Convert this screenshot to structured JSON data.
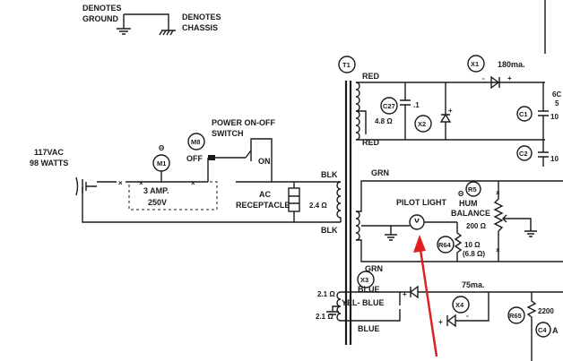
{
  "legend": {
    "ground_line1": "DENOTES",
    "ground_line2": "GROUND",
    "chassis_line1": "DENOTES",
    "chassis_line2": "CHASSIS"
  },
  "input": {
    "line1": "117VAC",
    "line2": "98 WATTS"
  },
  "fuse": {
    "line1": "3 AMP.",
    "line2": "250V"
  },
  "switch": {
    "title_line1": "POWER ON-OFF",
    "title_line2": "SWITCH",
    "off": "OFF",
    "on": "ON"
  },
  "receptacle": {
    "line1": "AC",
    "line2": "RECEPTACLE"
  },
  "transformer": {
    "id": "T1",
    "primary_label_top": "BLK",
    "primary_label_bottom": "BLK",
    "primary_resistance": "2.4 Ω"
  },
  "windings": {
    "red_top": "RED",
    "red_bottom": "RED",
    "red_resistance": "4.8 Ω",
    "grn_top": "GRN",
    "grn_bottom": "GRN",
    "blue_top": "BLUE",
    "blue_bottom": "BLUE",
    "yel_blue": "YEL- BLUE",
    "blue_res_top": "2.1 Ω",
    "blue_res_bottom": "2.1 Ω"
  },
  "pilot_light": "PILOT LIGHT",
  "hum_balance": {
    "line1": "HUM",
    "line2": "BALANCE",
    "value": "200 Ω"
  },
  "r64": {
    "value1": "10 Ω",
    "value2": "(6.8 Ω)"
  },
  "c27_value": ".1",
  "currents": {
    "x1": "180ma.",
    "x3": "75ma."
  },
  "cut_labels": {
    "right1": "6C",
    "right2": "5",
    "c1_val": "10",
    "c2_val": "10",
    "r65_val": "2200",
    "c4_suffix": "A"
  },
  "markers": {
    "M1": "M1",
    "M8": "M8",
    "T1": "T1",
    "X1": "X1",
    "X2": "X2",
    "X3": "X3",
    "X4": "X4",
    "C27": "C27",
    "C1": "C1",
    "C2": "C2",
    "C4": "C4",
    "R5": "R5",
    "R64": "R64",
    "R65": "R65"
  },
  "signs": {
    "plus": "+",
    "minus": "-",
    "theta": "Θ",
    "x": "×"
  }
}
